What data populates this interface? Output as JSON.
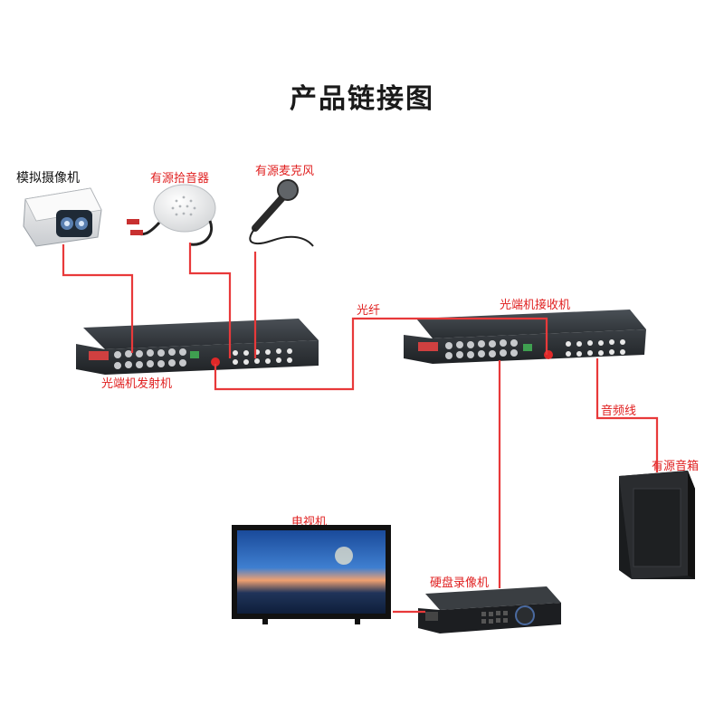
{
  "title": "产品链接图",
  "labels": {
    "camera": "模拟摄像机",
    "pickup": "有源拾音器",
    "microphone": "有源麦克风",
    "fiber": "光纤",
    "transmitter": "光端机发射机",
    "receiver": "光端机接收机",
    "audio_cable": "音频线",
    "speaker": "有源音箱",
    "tv": "电视机",
    "dvr": "硬盘录像机"
  },
  "colors": {
    "wire": "#e8393a",
    "device_body": "#2b2f33",
    "label_red": "#e02020"
  }
}
